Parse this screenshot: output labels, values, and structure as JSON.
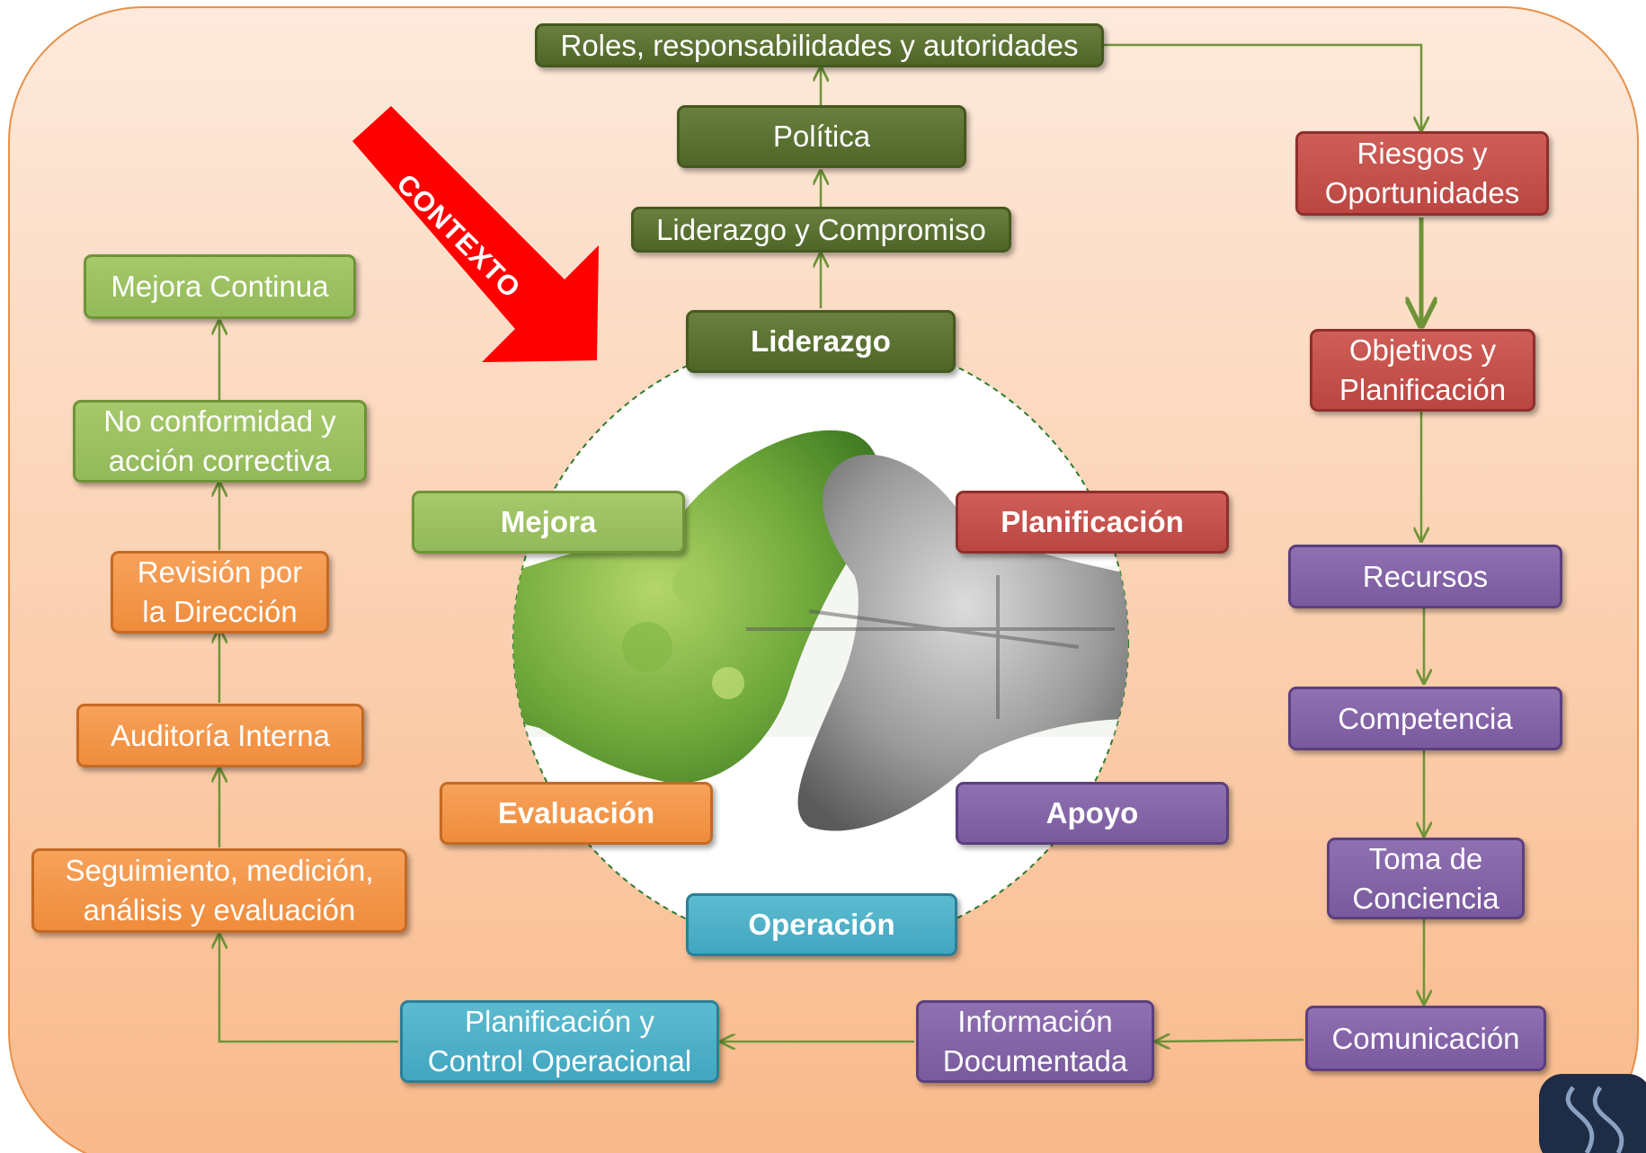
{
  "colors": {
    "background_top": "#fde6d6",
    "background_bottom": "#f9b98a",
    "border": "#e8904a",
    "arrow_line": "#6f9438",
    "contexto_arrow": "#ff0000",
    "dark_green": "#4f6628",
    "light_green": "#93b95a",
    "orange": "#ef8c3c",
    "red": "#bb4641",
    "purple": "#7a5a9e",
    "turquoise": "#42a6c0"
  },
  "contexto_label": "CONTEXTO",
  "center": {
    "image_icon": "fist-bump-hands-icon",
    "nodes": {
      "liderazgo": "Liderazgo",
      "planificacion": "Planificación",
      "apoyo": "Apoyo",
      "operacion": "Operación",
      "evaluacion": "Evaluación",
      "mejora": "Mejora"
    }
  },
  "top_chain": {
    "roles": "Roles, responsabilidades y autoridades",
    "politica": "Política",
    "liderazgo_compromiso": "Liderazgo y Compromiso"
  },
  "right_chain": {
    "riesgos": "Riesgos y\nOportunidades",
    "objetivos": "Objetivos y\nPlanificación",
    "recursos": "Recursos",
    "competencia": "Competencia",
    "toma_conciencia": "Toma de\nConciencia",
    "comunicacion": "Comunicación"
  },
  "bottom_chain": {
    "informacion": "Información\nDocumentada",
    "planificacion_control": "Planificación y\nControl Operacional"
  },
  "left_chain": {
    "seguimiento": "Seguimiento, medición,\nanálisis y evaluación",
    "auditoria": "Auditoría Interna",
    "revision": "Revisión por\nla Dirección",
    "no_conformidad": "No conformidad y\nacción correctiva",
    "mejora_continua": "Mejora Continua"
  },
  "corner_logo_icon": "wave-logo-icon"
}
